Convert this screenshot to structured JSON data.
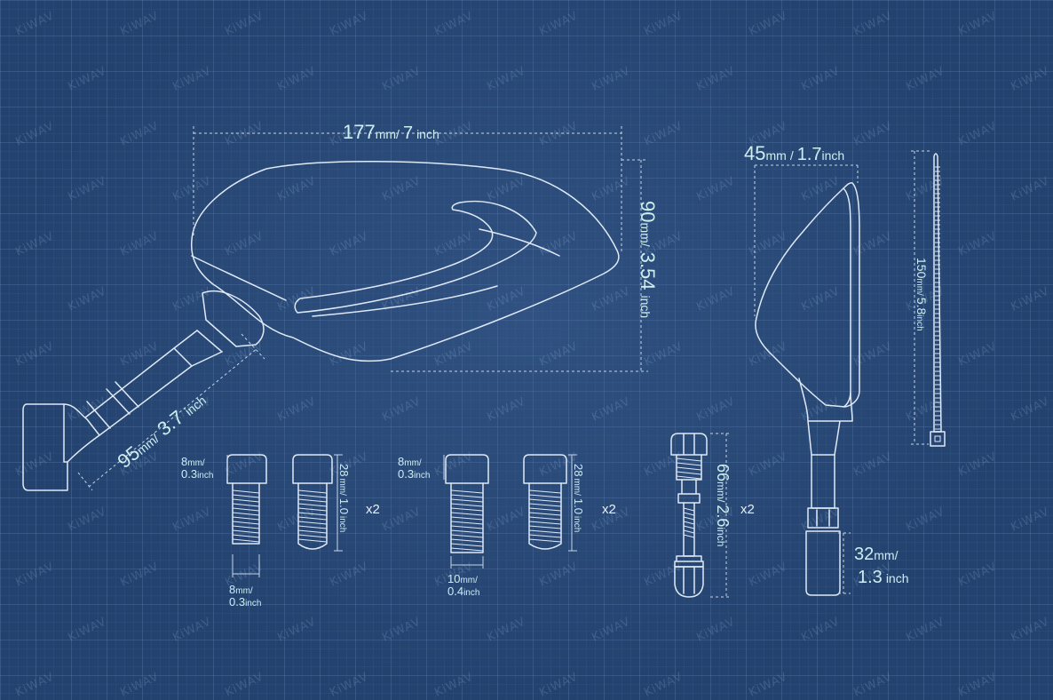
{
  "watermark": "KiWAV",
  "colors": {
    "background": "#24426e",
    "line": "#dfe9f5",
    "label": "#cfeef0"
  },
  "mirror": {
    "width": {
      "value": "177",
      "unit1": "mm/",
      "value2": "7",
      "unit2": "inch"
    },
    "height": {
      "value": "90",
      "unit1": "mm/",
      "value2": "3.54",
      "unit2": "inch"
    },
    "stem": {
      "value": "95",
      "unit1": "mm/",
      "value2": "3.7",
      "unit2": "inch"
    }
  },
  "side_view": {
    "depth": {
      "value": "45",
      "unit1": "mm",
      "sep": "/",
      "value2": "1.7",
      "unit2": "inch"
    },
    "base": {
      "value": "32",
      "unit1": "mm/",
      "value2": "1.3",
      "unit2": "inch"
    },
    "tie": {
      "value": "150",
      "unit1": "mm/",
      "value2": "5.8",
      "unit2": "inch"
    }
  },
  "bolt_set_1": {
    "head": {
      "value": "8",
      "unit1": "mm/",
      "value2": "0.3",
      "unit2": "inch"
    },
    "length": {
      "value": "28",
      "unit1": "mm/",
      "value2": "1.0",
      "unit2": "inch"
    },
    "thread": {
      "value": "8",
      "unit1": "mm/",
      "value2": "0.3",
      "unit2": "inch"
    },
    "qty": "x2"
  },
  "bolt_set_2": {
    "head": {
      "value": "8",
      "unit1": "mm/",
      "value2": "0.3",
      "unit2": "inch"
    },
    "length": {
      "value": "28",
      "unit1": "mm/",
      "value2": "1.0",
      "unit2": "inch"
    },
    "thread": {
      "value": "10",
      "unit1": "mm/",
      "value2": "0.4",
      "unit2": "inch"
    },
    "qty": "x2"
  },
  "adapter": {
    "length": {
      "value": "66",
      "unit1": "mm/",
      "value2": "2.6",
      "unit2": "inch"
    },
    "qty": "x2"
  }
}
